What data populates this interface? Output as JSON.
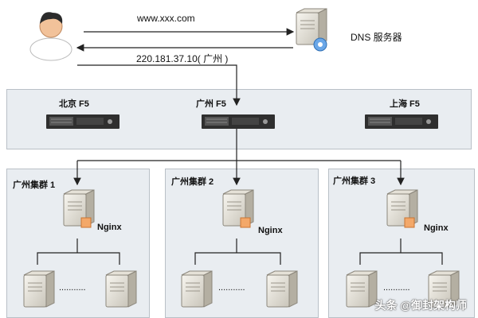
{
  "top": {
    "domain_text": "www.xxx.com",
    "ip_text": "220.181.37.10( 广州 )",
    "dns_label": "DNS 服务器"
  },
  "f5": {
    "beijing": "北京 F5",
    "guangzhou": "广州 F5",
    "shanghai": "上海 F5"
  },
  "clusters": [
    {
      "title": "广州集群 1",
      "nginx": "Nginx",
      "dots": "..........."
    },
    {
      "title": "广州集群 2",
      "nginx": "Nginx",
      "dots": "..........."
    },
    {
      "title": "广州集群 3",
      "nginx": "Nginx",
      "dots": "..........."
    }
  ],
  "watermark": "头条 @御封架构师"
}
